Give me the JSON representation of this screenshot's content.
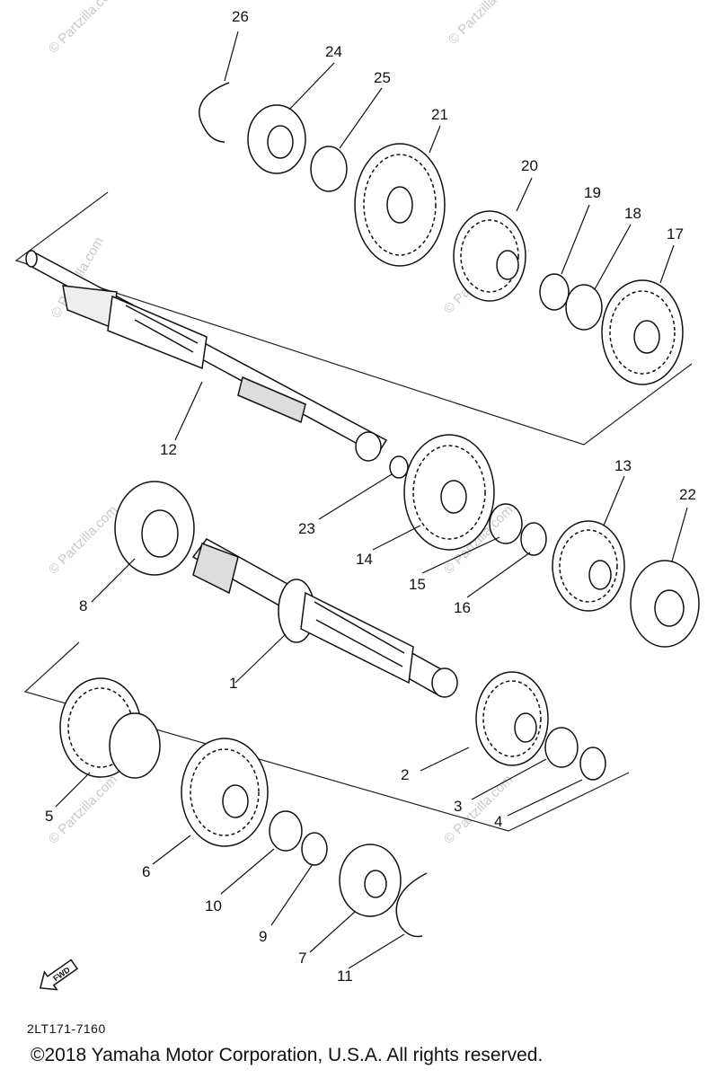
{
  "diagram": {
    "part_code": "2LT171-7160",
    "copyright": "©2018  Yamaha Motor Corporation, U.S.A. All rights reserved.",
    "watermark": "© Partzilla.com",
    "fwd_label": "FWD",
    "callouts": [
      "1",
      "2",
      "3",
      "4",
      "5",
      "6",
      "7",
      "8",
      "9",
      "10",
      "11",
      "12",
      "13",
      "14",
      "15",
      "16",
      "17",
      "18",
      "19",
      "20",
      "21",
      "22",
      "23",
      "24",
      "25",
      "26"
    ]
  }
}
